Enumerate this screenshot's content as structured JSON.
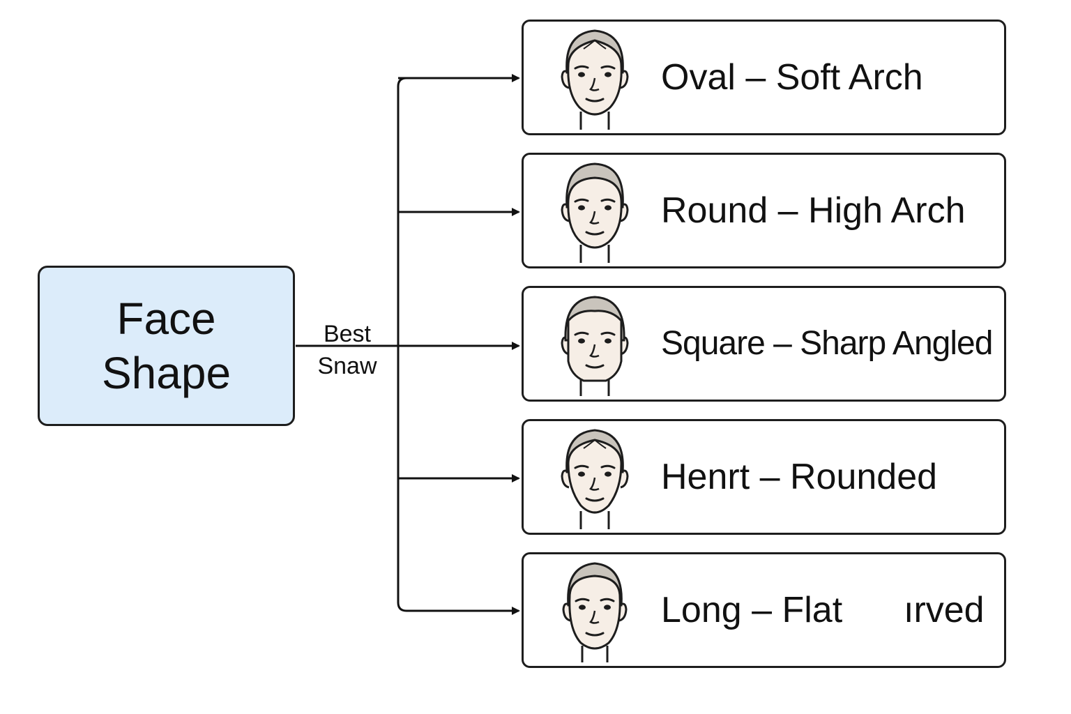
{
  "source": {
    "lines": [
      "Face",
      "Shape"
    ]
  },
  "edge_label": {
    "line1": "Best",
    "line2": "Snaw"
  },
  "results": [
    {
      "label": "Oval – Soft Arch",
      "face_icon": "face-oval-icon"
    },
    {
      "label": "Round – High Arch",
      "face_icon": "face-round-icon"
    },
    {
      "label": "Square – Sharp Angled",
      "face_icon": "face-square-icon"
    },
    {
      "label": "Henrt – Rounded",
      "face_icon": "face-heart-icon"
    },
    {
      "label": "Long – Flat",
      "extra": "ırved",
      "face_icon": "face-long-icon"
    }
  ],
  "colors": {
    "source_fill": "#dcecfa",
    "stroke": "#1d1d1d",
    "hair": "#c9c4bc",
    "skin": "#f6eee6"
  }
}
